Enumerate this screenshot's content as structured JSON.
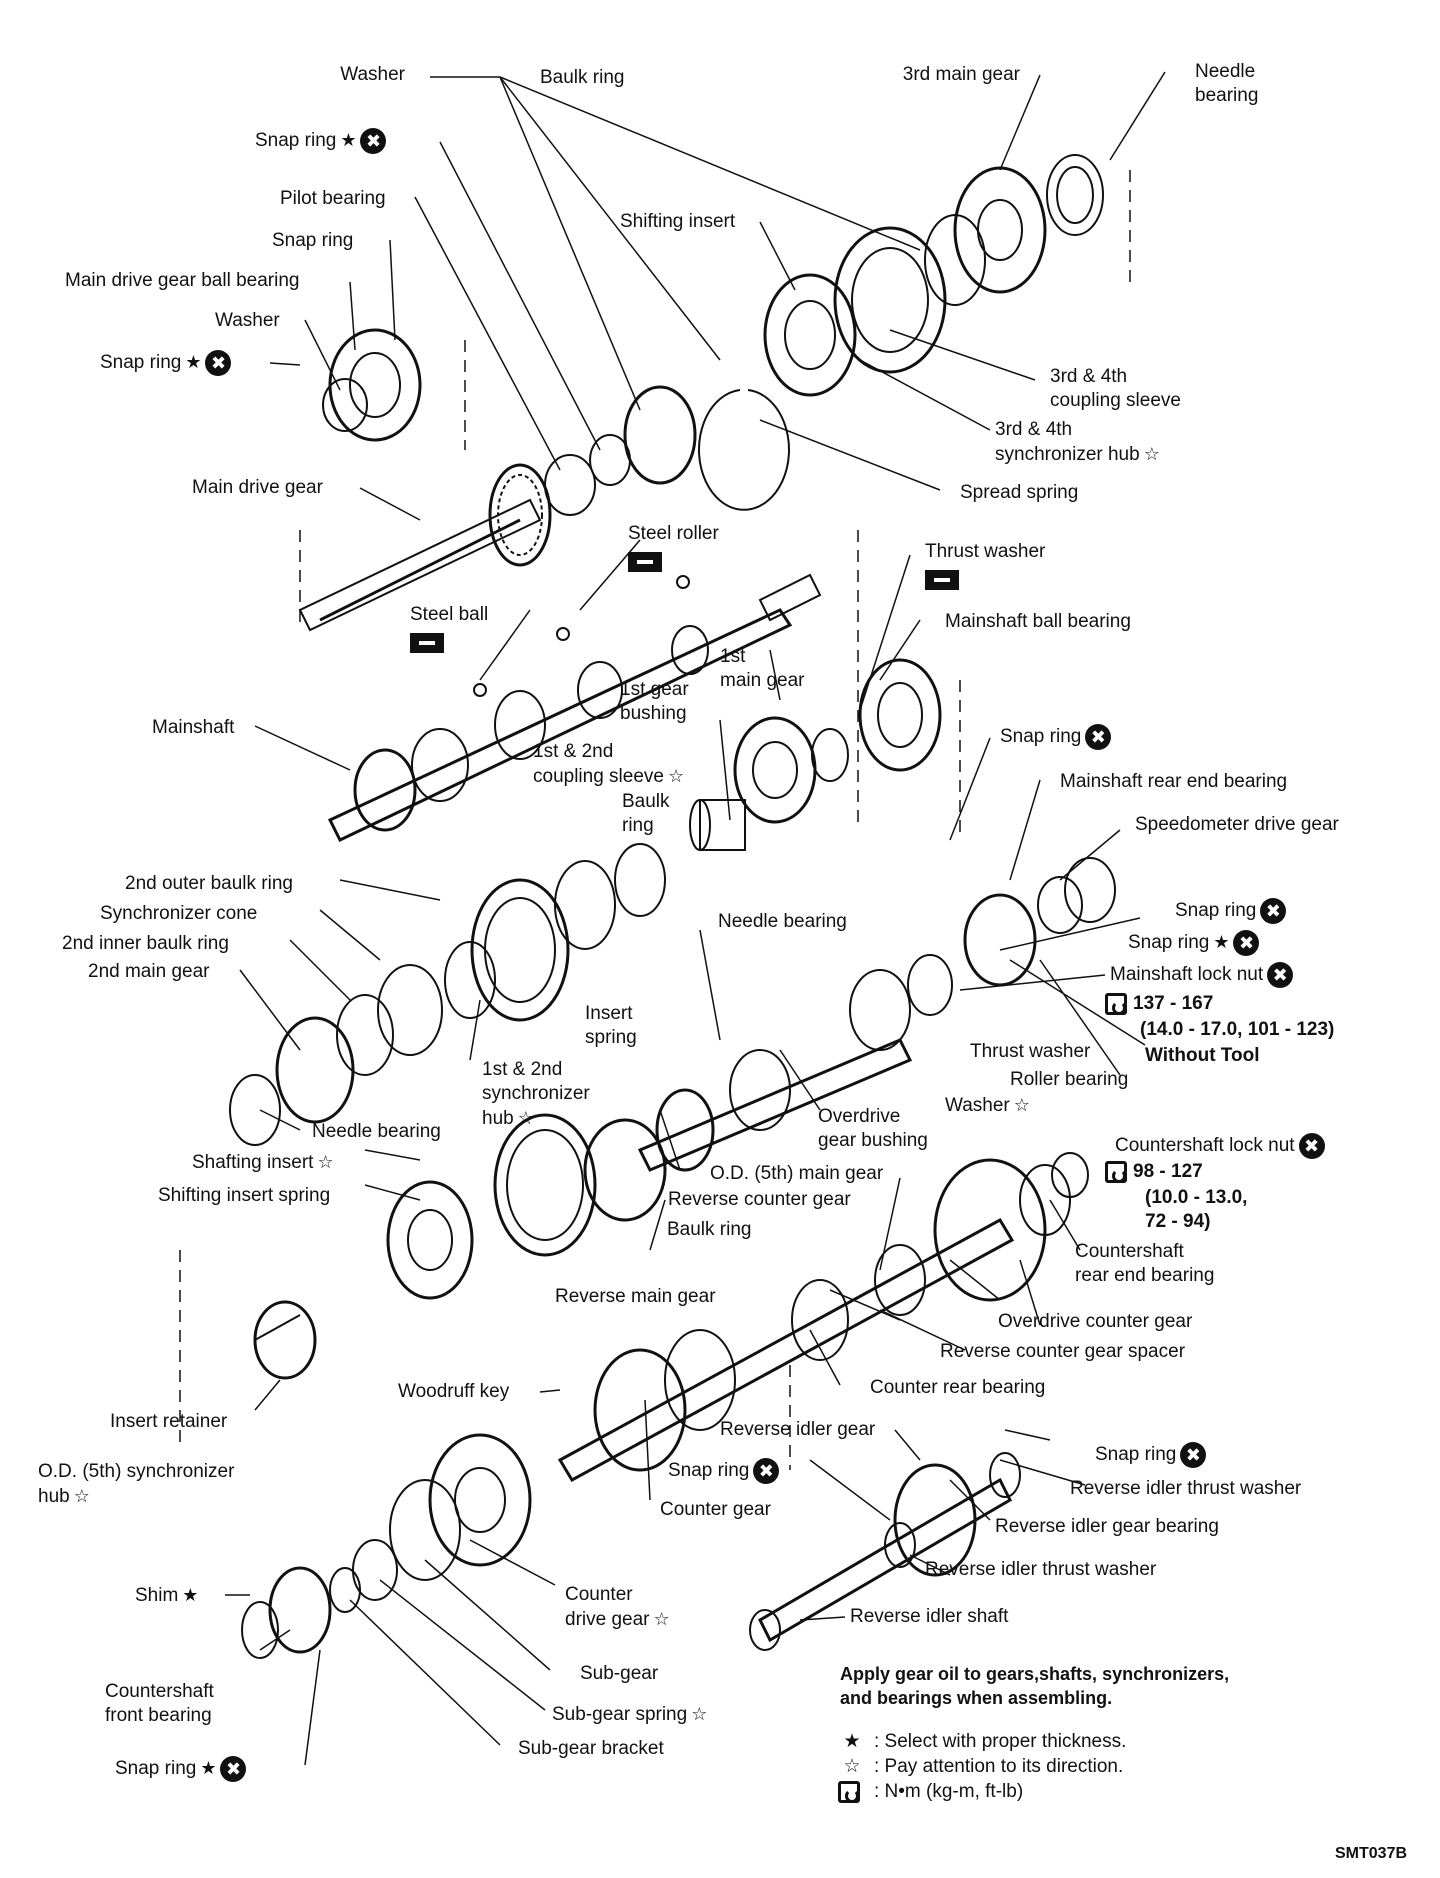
{
  "labels": {
    "washer_top": "Washer",
    "baulk_ring_top": "Baulk ring",
    "third_main_gear": "3rd main gear",
    "needle_bearing_top": "Needle\nbearing",
    "snap_ring_1": "Snap ring",
    "pilot_bearing": "Pilot bearing",
    "snap_ring_2": "Snap ring",
    "main_drive_gear_ball_bearing": "Main drive gear ball bearing",
    "washer_2": "Washer",
    "snap_ring_3": "Snap ring",
    "shifting_insert": "Shifting insert",
    "coupling_sleeve_34": "3rd & 4th\ncoupling sleeve",
    "synchronizer_hub_34": "3rd & 4th\nsynchronizer hub",
    "spread_spring": "Spread spring",
    "main_drive_gear": "Main drive gear",
    "steel_roller": "Steel roller",
    "thrust_washer_top": "Thrust washer",
    "mainshaft_ball_bearing": "Mainshaft ball bearing",
    "steel_ball": "Steel ball",
    "first_main_gear": "1st\nmain gear",
    "first_gear_bushing": "1st gear\nbushing",
    "mainshaft": "Mainshaft",
    "snap_ring_4": "Snap ring",
    "coupling_sleeve_12": "1st & 2nd\ncoupling sleeve",
    "baulk_ring_mid": "Baulk\nring",
    "mainshaft_rear_end_bearing": "Mainshaft rear end bearing",
    "speedometer_drive_gear": "Speedometer drive gear",
    "second_outer_baulk_ring": "2nd outer baulk ring",
    "synchronizer_cone": "Synchronizer cone",
    "second_inner_baulk_ring": "2nd inner baulk ring",
    "second_main_gear": "2nd main gear",
    "needle_bearing_mid": "Needle bearing",
    "snap_ring_5": "Snap ring",
    "snap_ring_6": "Snap ring",
    "mainshaft_lock_nut": "Mainshaft lock nut",
    "mainshaft_torque_1": "137 - 167",
    "mainshaft_torque_2": "(14.0 - 17.0, 101 - 123)",
    "without_tool": "Without Tool",
    "insert_spring": "Insert\nspring",
    "thrust_washer_mid": "Thrust washer",
    "roller_bearing": "Roller bearing",
    "synchronizer_hub_12": "1st & 2nd\nsynchronizer\nhub",
    "washer_mid": "Washer",
    "overdrive_gear_bushing": "Overdrive\ngear bushing",
    "needle_bearing_low": "Needle bearing",
    "shafting_insert": "Shafting insert",
    "od_main_gear": "O.D. (5th) main gear",
    "countershaft_lock_nut": "Countershaft lock nut",
    "countershaft_torque_1": "98 - 127",
    "countershaft_torque_2": "(10.0 - 13.0,",
    "countershaft_torque_3": "72 - 94)",
    "shifting_insert_spring": "Shifting insert spring",
    "reverse_counter_gear": "Reverse counter gear",
    "baulk_ring_low": "Baulk ring",
    "countershaft_rear_end_bearing": "Countershaft\nrear end bearing",
    "reverse_main_gear": "Reverse main gear",
    "overdrive_counter_gear": "Overdrive counter gear",
    "reverse_counter_gear_spacer": "Reverse counter gear spacer",
    "counter_rear_bearing": "Counter rear bearing",
    "woodruff_key": "Woodruff key",
    "insert_retainer": "Insert retainer",
    "reverse_idler_gear": "Reverse idler gear",
    "snap_ring_7": "Snap ring",
    "snap_ring_8": "Snap ring",
    "od_synchronizer_hub": "O.D. (5th) synchronizer\nhub",
    "reverse_idler_thrust_washer_1": "Reverse idler thrust washer",
    "counter_gear": "Counter gear",
    "reverse_idler_gear_bearing": "Reverse idler gear bearing",
    "reverse_idler_thrust_washer_2": "Reverse idler thrust washer",
    "shim": "Shim",
    "counter_drive_gear": "Counter\ndrive gear",
    "reverse_idler_shaft": "Reverse idler shaft",
    "countershaft_front_bearing": "Countershaft\nfront bearing",
    "sub_gear": "Sub-gear",
    "sub_gear_spring": "Sub-gear spring",
    "sub_gear_bracket": "Sub-gear bracket",
    "snap_ring_9": "Snap ring"
  },
  "notes": {
    "apply_oil": "Apply gear oil to gears,shafts, synchronizers,\nand bearings when assembling."
  },
  "legend": {
    "filled_star_text": ": Select with proper thickness.",
    "hollow_star_text": ": Pay attention to its direction.",
    "torque_text": ": N•m (kg-m, ft-lb)"
  },
  "symbols": {
    "filled_star": "★",
    "hollow_star": "☆",
    "replace": "✖"
  },
  "code": "SMT037B"
}
